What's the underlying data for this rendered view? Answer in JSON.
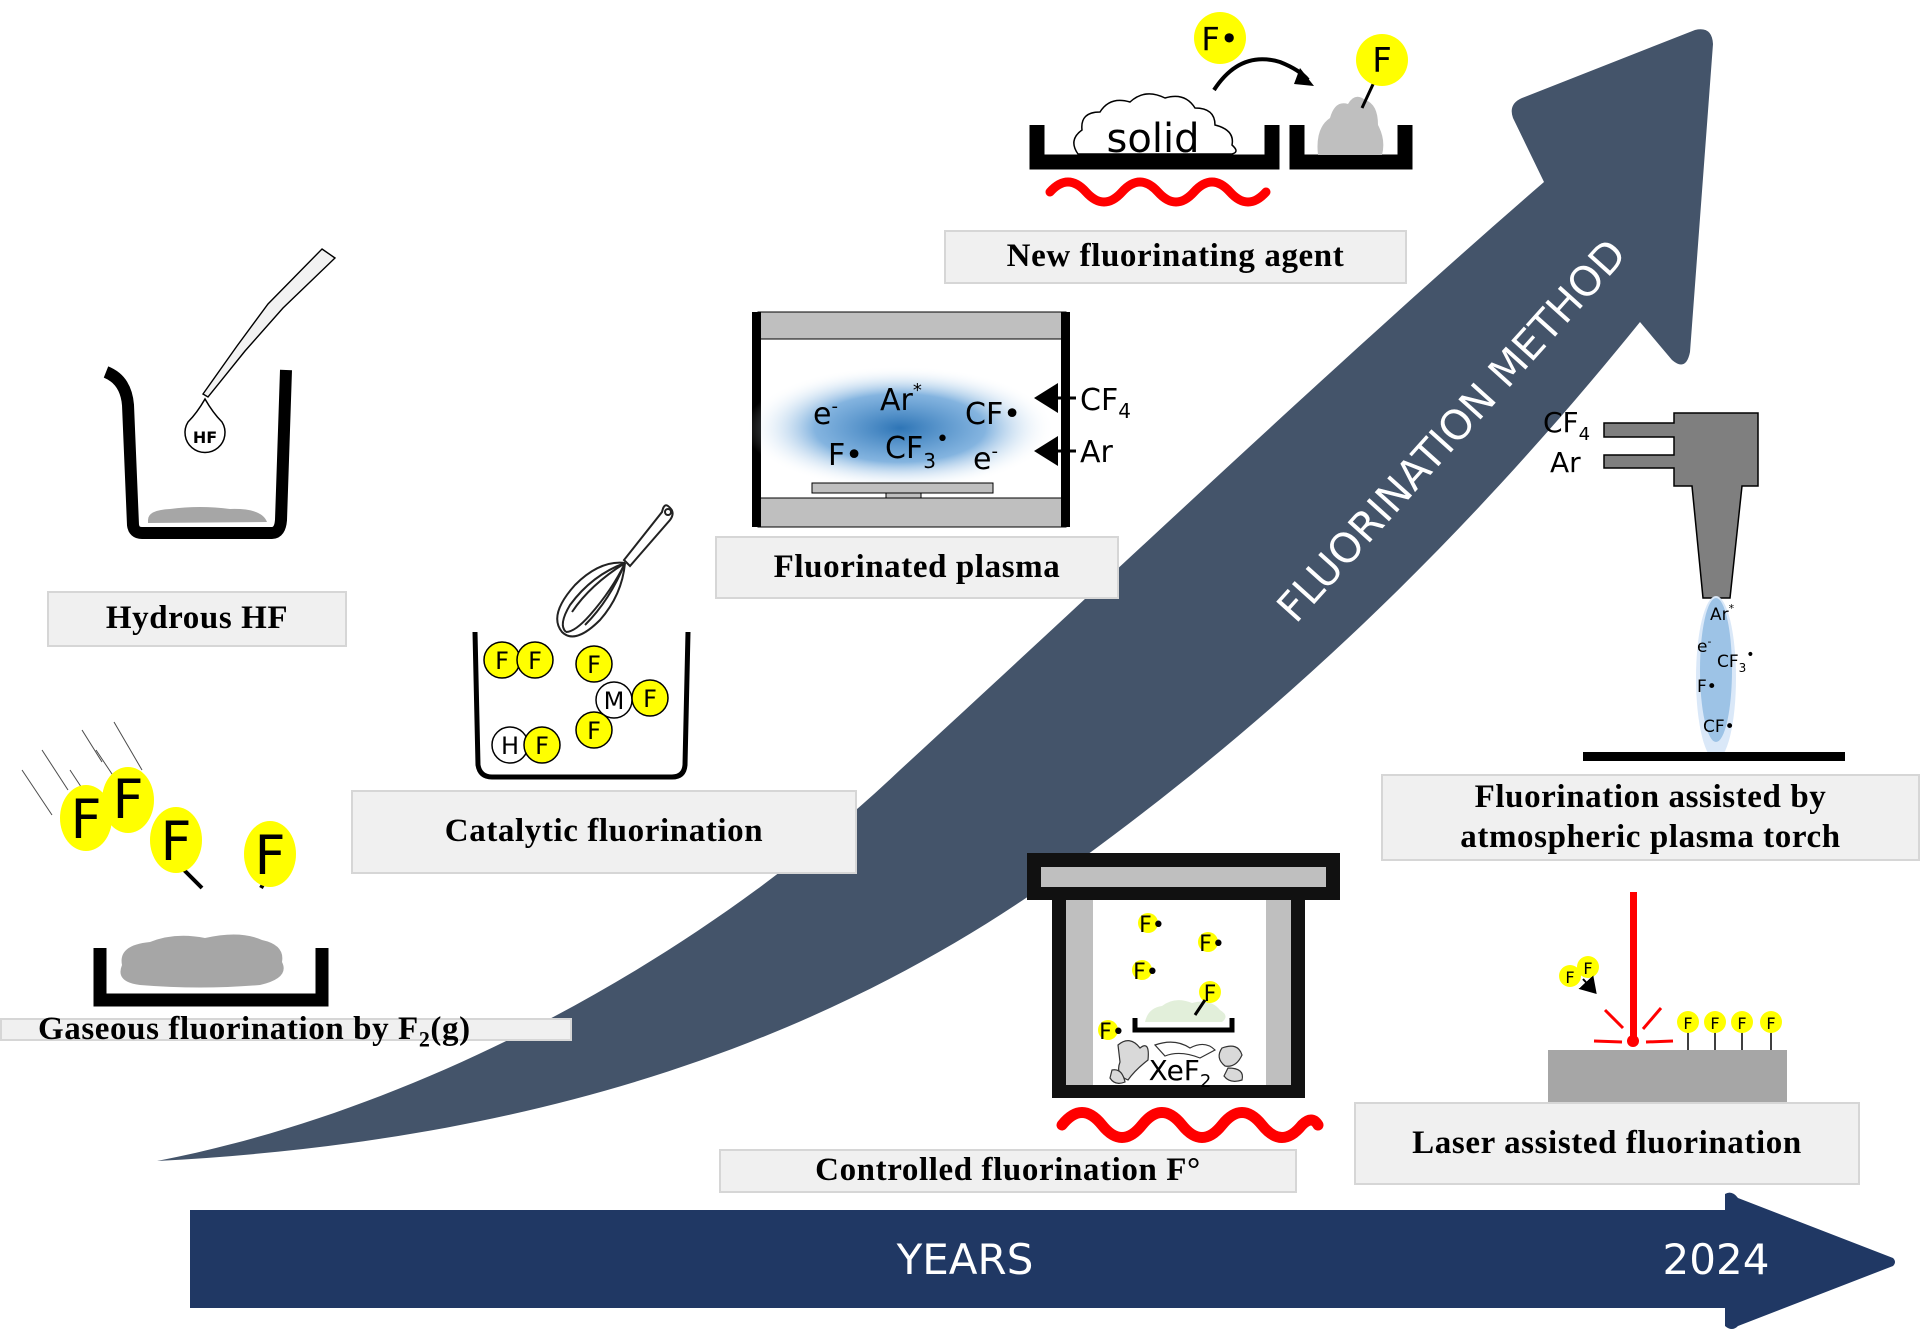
{
  "figure": {
    "axis_x_label": "YEARS",
    "axis_x_end_label": "2024",
    "axis_y_label": "FLUORINATION METHOD",
    "colors": {
      "years_arrow": "#203864",
      "method_arrow": "#44546a",
      "fluorine_atom": "#ffff00",
      "heat_wave": "#ff0000",
      "plasma": "#2e75b6",
      "label_box": "#f0f0f0"
    }
  },
  "methods": [
    {
      "id": "hydrous",
      "label": "Hydrous HF",
      "species": [
        "HF"
      ]
    },
    {
      "id": "gaseous",
      "label_main": "Gaseous fluorination by F",
      "label_sub": "2",
      "label_tail": "(g)",
      "species": [
        "F",
        "F",
        "F",
        "F"
      ]
    },
    {
      "id": "catalytic",
      "label": "Catalytic fluorination",
      "species": [
        "F",
        "F",
        "F",
        "M",
        "F",
        "F",
        "H",
        "F"
      ]
    },
    {
      "id": "plasma",
      "label": "Fluorinated plasma",
      "species": {
        "e1": "e",
        "e1_sup": "-",
        "ar": "Ar",
        "ar_sup": "*",
        "cf": "CF•",
        "f": "F•",
        "cf3": "CF",
        "cf3_sub": "3",
        "cf3_sup": "•",
        "e2": "e",
        "e2_sup": "-"
      },
      "inputs": [
        {
          "name": "CF",
          "sub": "4"
        },
        {
          "name": "Ar",
          "sub": ""
        }
      ]
    },
    {
      "id": "agent",
      "label": "New fluorinating agent",
      "solid_label": "solid",
      "radical": "F•",
      "product": "F"
    },
    {
      "id": "controlled",
      "label": "Controlled fluorination F°",
      "radicals": [
        "F•",
        "F•",
        "F•",
        "F•"
      ],
      "bonded": "F",
      "source": "XeF",
      "source_sub": "2"
    },
    {
      "id": "torch",
      "label_line1": "Fluorination assisted by",
      "label_line2": "atmospheric plasma torch",
      "inputs": [
        {
          "name": "CF",
          "sub": "4"
        },
        {
          "name": "Ar",
          "sub": ""
        }
      ],
      "species": {
        "ar": "Ar",
        "ar_sup": "*",
        "e": "e",
        "e_sup": "-",
        "cf3": "CF",
        "cf3_sub": "3",
        "cf3_sup": "•",
        "f": "F•",
        "cf": "CF•"
      }
    },
    {
      "id": "laser",
      "label": "Laser assisted fluorination",
      "molecule": [
        "F",
        "F"
      ],
      "grafted": [
        "F",
        "F",
        "F",
        "F"
      ]
    }
  ]
}
